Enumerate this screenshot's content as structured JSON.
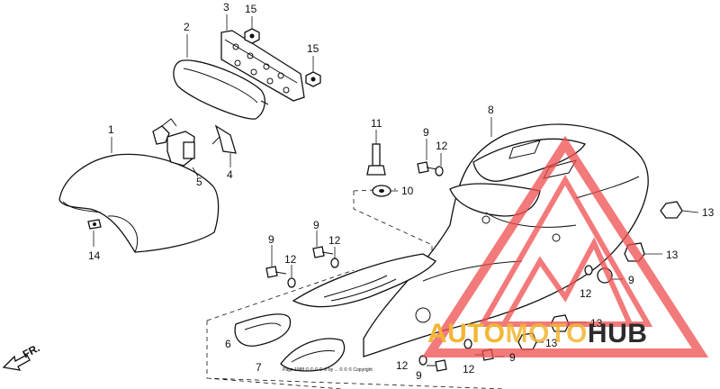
{
  "diagram": {
    "part_labels": [
      "1",
      "2",
      "3",
      "15",
      "15",
      "4",
      "5",
      "14",
      "6",
      "7",
      "8",
      "9",
      "12",
      "10",
      "11",
      "9",
      "12",
      "9",
      "12",
      "9",
      "12",
      "9",
      "12",
      "9",
      "12",
      "13",
      "13",
      "13",
      "13"
    ],
    "direction_label": "FR.",
    "copyright_note": "Page 1988 ©  ©  ©  ©  ©  by ...  ©  ©  ©  Copyright"
  },
  "watermark": {
    "part1": "AUTO",
    "part2": "MOTO",
    "part3": "HUB",
    "colors": {
      "triangle": "#ef4e4e",
      "accent": "#f2b632",
      "dark": "#2b2b2b"
    }
  }
}
